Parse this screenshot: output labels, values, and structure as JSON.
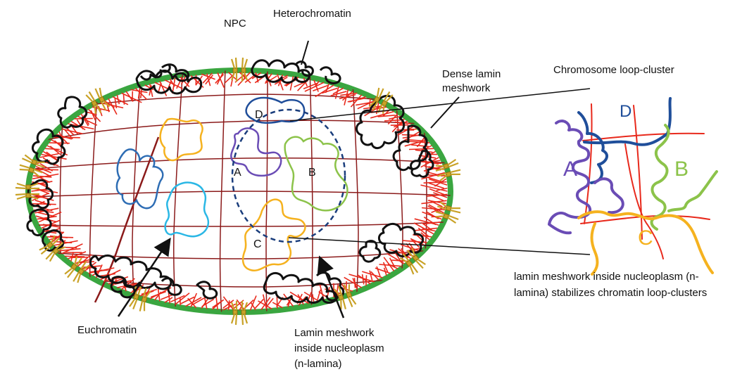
{
  "labels": {
    "npc": "NPC",
    "heterochromatin": "Heterochromatin",
    "dense_lamin_1": "Dense lamin",
    "dense_lamin_2": "meshwork",
    "chromosome_loop_cluster": "Chromosome loop-cluster",
    "euchromatin": "Euchromatin",
    "lamin_inside_1": "Lamin meshwork",
    "lamin_inside_2": "inside nucleoplasm",
    "lamin_inside_3": "(n-lamina)",
    "caption_1": "lamin meshwork inside nucleoplasm (n-",
    "caption_2": "lamina) stabilizes chromatin loop-clusters"
  },
  "loops": {
    "a": "A",
    "b": "B",
    "c": "C",
    "d": "D"
  },
  "colors": {
    "envelope": "#3aa640",
    "lamin_dense": "#e8291c",
    "lamin_mesh": "#8b1a1a",
    "heterochromatin": "#111111",
    "npc": "#c9a227",
    "loop_a": "#6a4cb5",
    "loop_b": "#8cc34a",
    "loop_c": "#f5b21f",
    "loop_d": "#1f4e9a",
    "euchromatin_blue": "#2e6db4",
    "euchromatin_cyan": "#2ab7e5",
    "cluster_outline": "#1a3d7c"
  }
}
